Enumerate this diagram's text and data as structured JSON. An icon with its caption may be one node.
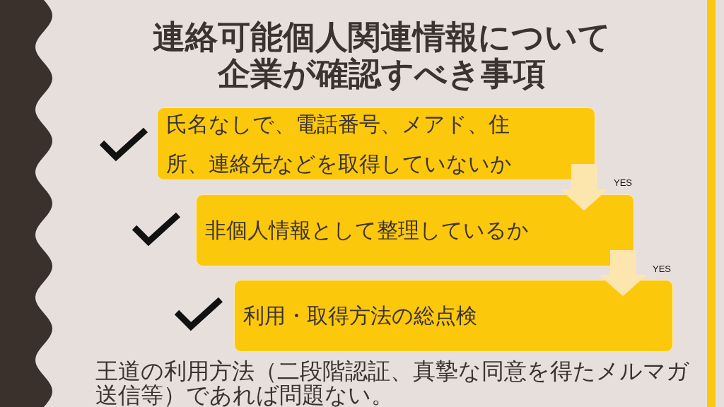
{
  "diagram": {
    "title": "連絡可能個人関連情報について企業が確認すべき事項",
    "nodes": [
      {
        "text": [
          "氏名なしで、電話番号、メアド、住所、連絡先などを取得していないか"
        ]
      },
      {
        "text": [
          "非個人情報として整理しているか"
        ]
      },
      {
        "text": [
          "利用・取得方法の総点検"
        ]
      }
    ],
    "edges": [
      {
        "from": 0,
        "to": 1,
        "arrow": "to",
        "label": "YES"
      },
      {
        "from": 1,
        "to": 2,
        "arrow": "to",
        "label": "YES"
      }
    ],
    "labels": [
      "王道の利用方法（二段階認証、真摯な同意を得たメルマガ送信等）であれば問題ない。"
    ]
  }
}
